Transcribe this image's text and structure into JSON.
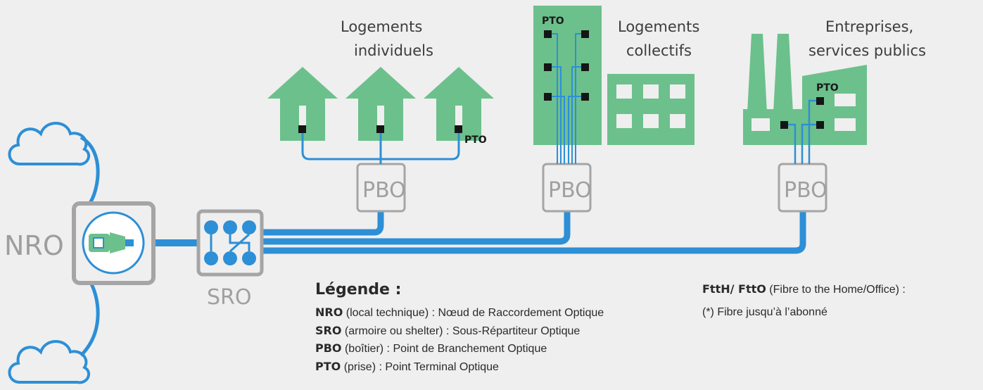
{
  "labels": {
    "nro": "NRO",
    "sro": "SRO",
    "pbo": "PBO",
    "pto": "PTO",
    "individual_line1": "Logements",
    "individual_line2": "individuels",
    "collective_line1": "Logements",
    "collective_line2": "collectifs",
    "business_line1": "Entreprises,",
    "business_line2": "services publics"
  },
  "legend": {
    "title": "Légende :",
    "items": [
      {
        "code": "NRO",
        "desc": " (local technique) : Nœud de Raccordement Optique"
      },
      {
        "code": "SRO",
        "desc": " (armoire ou shelter) : Sous-Répartiteur Optique"
      },
      {
        "code": "PBO",
        "desc": " (boîtier) : Point de Branchement Optique"
      },
      {
        "code": "PTO",
        "desc": " (prise) : Point Terminal Optique"
      }
    ]
  },
  "ftth": {
    "code": "FttH/ FttO",
    "desc": " (Fibre to the Home/Office) :",
    "note": "(*) Fibre jusqu’à l’abonné"
  },
  "colors": {
    "green": "#6cc08c",
    "fiber_blue": "#2d8fd6",
    "box_gray": "#a5a5a5",
    "background": "#efefef",
    "port": "#151515"
  }
}
